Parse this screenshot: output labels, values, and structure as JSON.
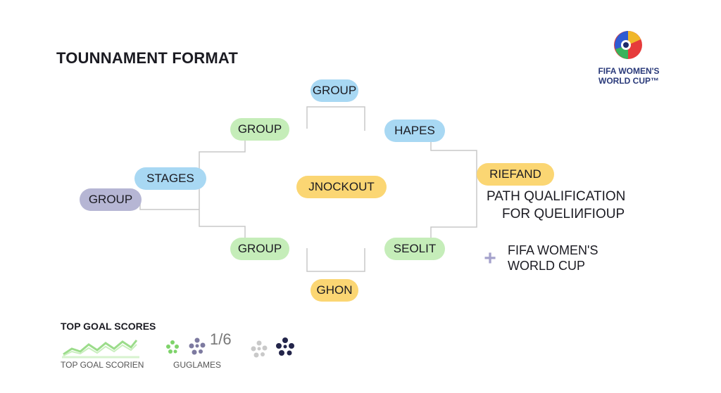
{
  "title": "TOUNNAMENT FORMAT",
  "logo": {
    "line1": "FIFA WOMEN'S",
    "line2": "WORLD CUP™"
  },
  "nodes": {
    "group_top": "GROUP",
    "group_upper_left": "GROUP",
    "hapes": "HAPES",
    "stages": "STAGES",
    "group_far_left": "GROUP",
    "jnockout": "JNOCKOUT",
    "riefand": "RIEFAND",
    "group_lower_left": "GROUP",
    "seolit": "SEOLIT",
    "ghon": "GHON"
  },
  "side_notes": {
    "path_line1": "PATH QUALIFICATION",
    "path_line2": "FOR QUELIИFIOUP",
    "fifa_line1": "FIFA WOMEN'S",
    "fifa_line2": "WORLD CUP"
  },
  "bottom": {
    "top_goal_title": "TOP GOAL SCORES",
    "top_goal_caption": "TOP GOAL SCORIEN",
    "games_caption": "GUGLAMES",
    "ratio": "1/6"
  },
  "colors": {
    "blue": "#a8d8f3",
    "green": "#c5edb9",
    "yellow": "#fbd673",
    "purple": "#b6b6d4",
    "connector": "#c8c8c8"
  }
}
